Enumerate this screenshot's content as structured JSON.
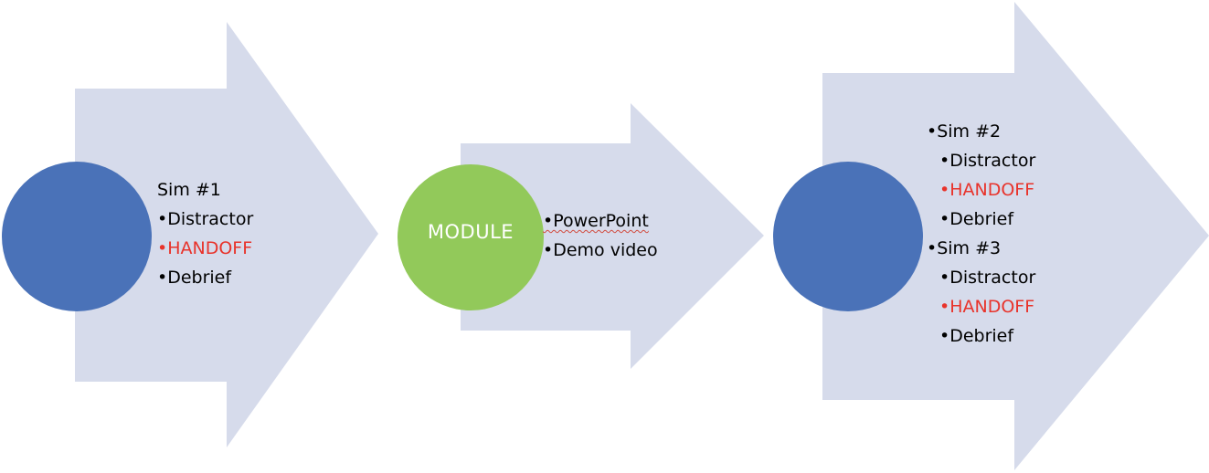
{
  "colors": {
    "arrow": "#d6dbeb",
    "circle_blue": "#4a72b8",
    "circle_green": "#92c95a",
    "text": "#000000",
    "highlight": "#e8332b",
    "spell_underline": "#d24a3d"
  },
  "step1": {
    "title": "Sim #1",
    "items": [
      {
        "text": "•Distractor",
        "highlight": false
      },
      {
        "text": "•HANDOFF",
        "highlight": true
      },
      {
        "text": "•Debrief",
        "highlight": false
      }
    ]
  },
  "step2": {
    "circle_label": "MODULE",
    "items": [
      {
        "text": "•PowerPoint"
      },
      {
        "text": "•Demo video"
      }
    ]
  },
  "step3": {
    "groups": [
      {
        "title": "•Sim #2",
        "items": [
          {
            "text": "•Distractor",
            "highlight": false
          },
          {
            "text": "•HANDOFF",
            "highlight": true
          },
          {
            "text": "•Debrief",
            "highlight": false
          }
        ]
      },
      {
        "title": "•Sim #3",
        "items": [
          {
            "text": "•Distractor",
            "highlight": false
          },
          {
            "text": "•HANDOFF",
            "highlight": true
          },
          {
            "text": "•Debrief",
            "highlight": false
          }
        ]
      }
    ]
  }
}
